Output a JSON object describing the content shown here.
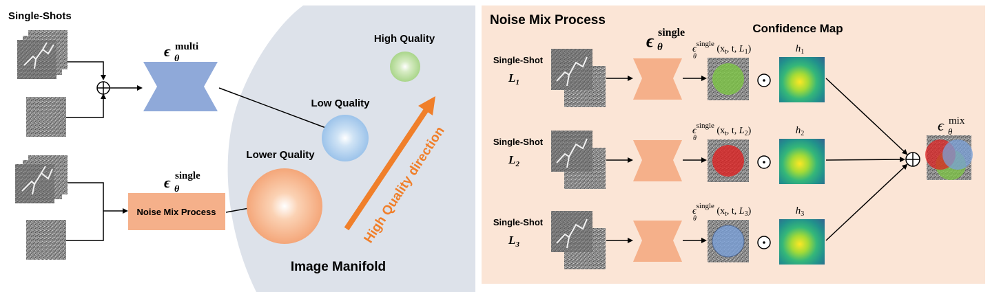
{
  "left": {
    "single_shots_label": "Single-Shots",
    "eps_multi_sup": "multi",
    "eps_single_sup": "single",
    "noise_mix_box_label": "Noise Mix Process"
  },
  "manifold": {
    "title": "Image Manifold",
    "high_quality": "High Quality",
    "low_quality": "Low Quality",
    "lower_quality": "Lower Quality",
    "direction_label": "High Quality direction"
  },
  "panel": {
    "title": "Noise Mix Process",
    "eps_single_sup": "single",
    "confidence_title": "Confidence Map",
    "mix_sup": "mix",
    "rows": [
      {
        "label": "Single-Shot",
        "L": "L",
        "L_sub": "1",
        "h": "h",
        "h_sub": "1",
        "out_arg": "L",
        "out_arg_sub": "1",
        "circle_color": "#7cc443"
      },
      {
        "label": "Single-Shot",
        "L": "L",
        "L_sub": "2",
        "h": "h",
        "h_sub": "2",
        "out_arg": "L",
        "out_arg_sub": "2",
        "circle_color": "#dd2222"
      },
      {
        "label": "Single-Shot",
        "L": "L",
        "L_sub": "3",
        "h": "h",
        "h_sub": "3",
        "out_arg": "L",
        "out_arg_sub": "3",
        "circle_color": "#7aa0d8"
      }
    ]
  },
  "symbols": {
    "eps": "ϵ",
    "theta": "θ",
    "odot": "⊙",
    "oplus": "⊕",
    "args_prefix": "(x",
    "args_t": "t",
    "args_mid": ", t, "
  },
  "colors": {
    "encoder_blue": "#8fa9d9",
    "decoder_orange": "#f5b08a",
    "panel_bg": "#fbe5d6",
    "manifold_bg": "#dde2ea",
    "direction_arrow": "#f07f2a"
  }
}
